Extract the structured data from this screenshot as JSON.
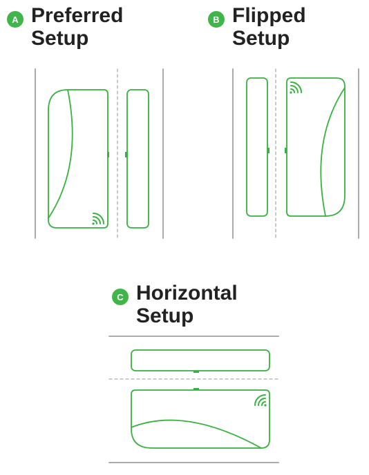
{
  "colors": {
    "accent": "#3fb54a",
    "sensor_stroke": "#36b23e",
    "frame_line": "#aaaaaa",
    "text": "#222222"
  },
  "setups": {
    "a": {
      "badge": "A",
      "line1": "Preferred",
      "line2": "Setup"
    },
    "b": {
      "badge": "B",
      "line1": "Flipped",
      "line2": "Setup"
    },
    "c": {
      "badge": "C",
      "line1": "Horizontal",
      "line2": "Setup"
    }
  },
  "icons": {
    "signal": "wifi-signal-icon"
  }
}
